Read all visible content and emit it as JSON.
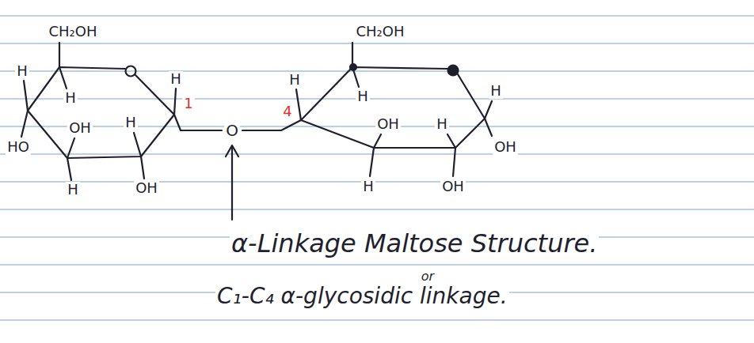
{
  "diagram": {
    "labels": [
      "CH₂OH",
      "H",
      "H",
      "HO",
      "OH",
      "H",
      "H",
      "OH",
      "H",
      "1",
      "O",
      "4",
      "H",
      "CH₂OH",
      "H",
      "OH",
      "H",
      "H",
      "OH",
      "H",
      "OH",
      "α-Linkage Maltose Structure.",
      "or",
      "C₁-C₄ α-glycosidic linkage."
    ]
  }
}
